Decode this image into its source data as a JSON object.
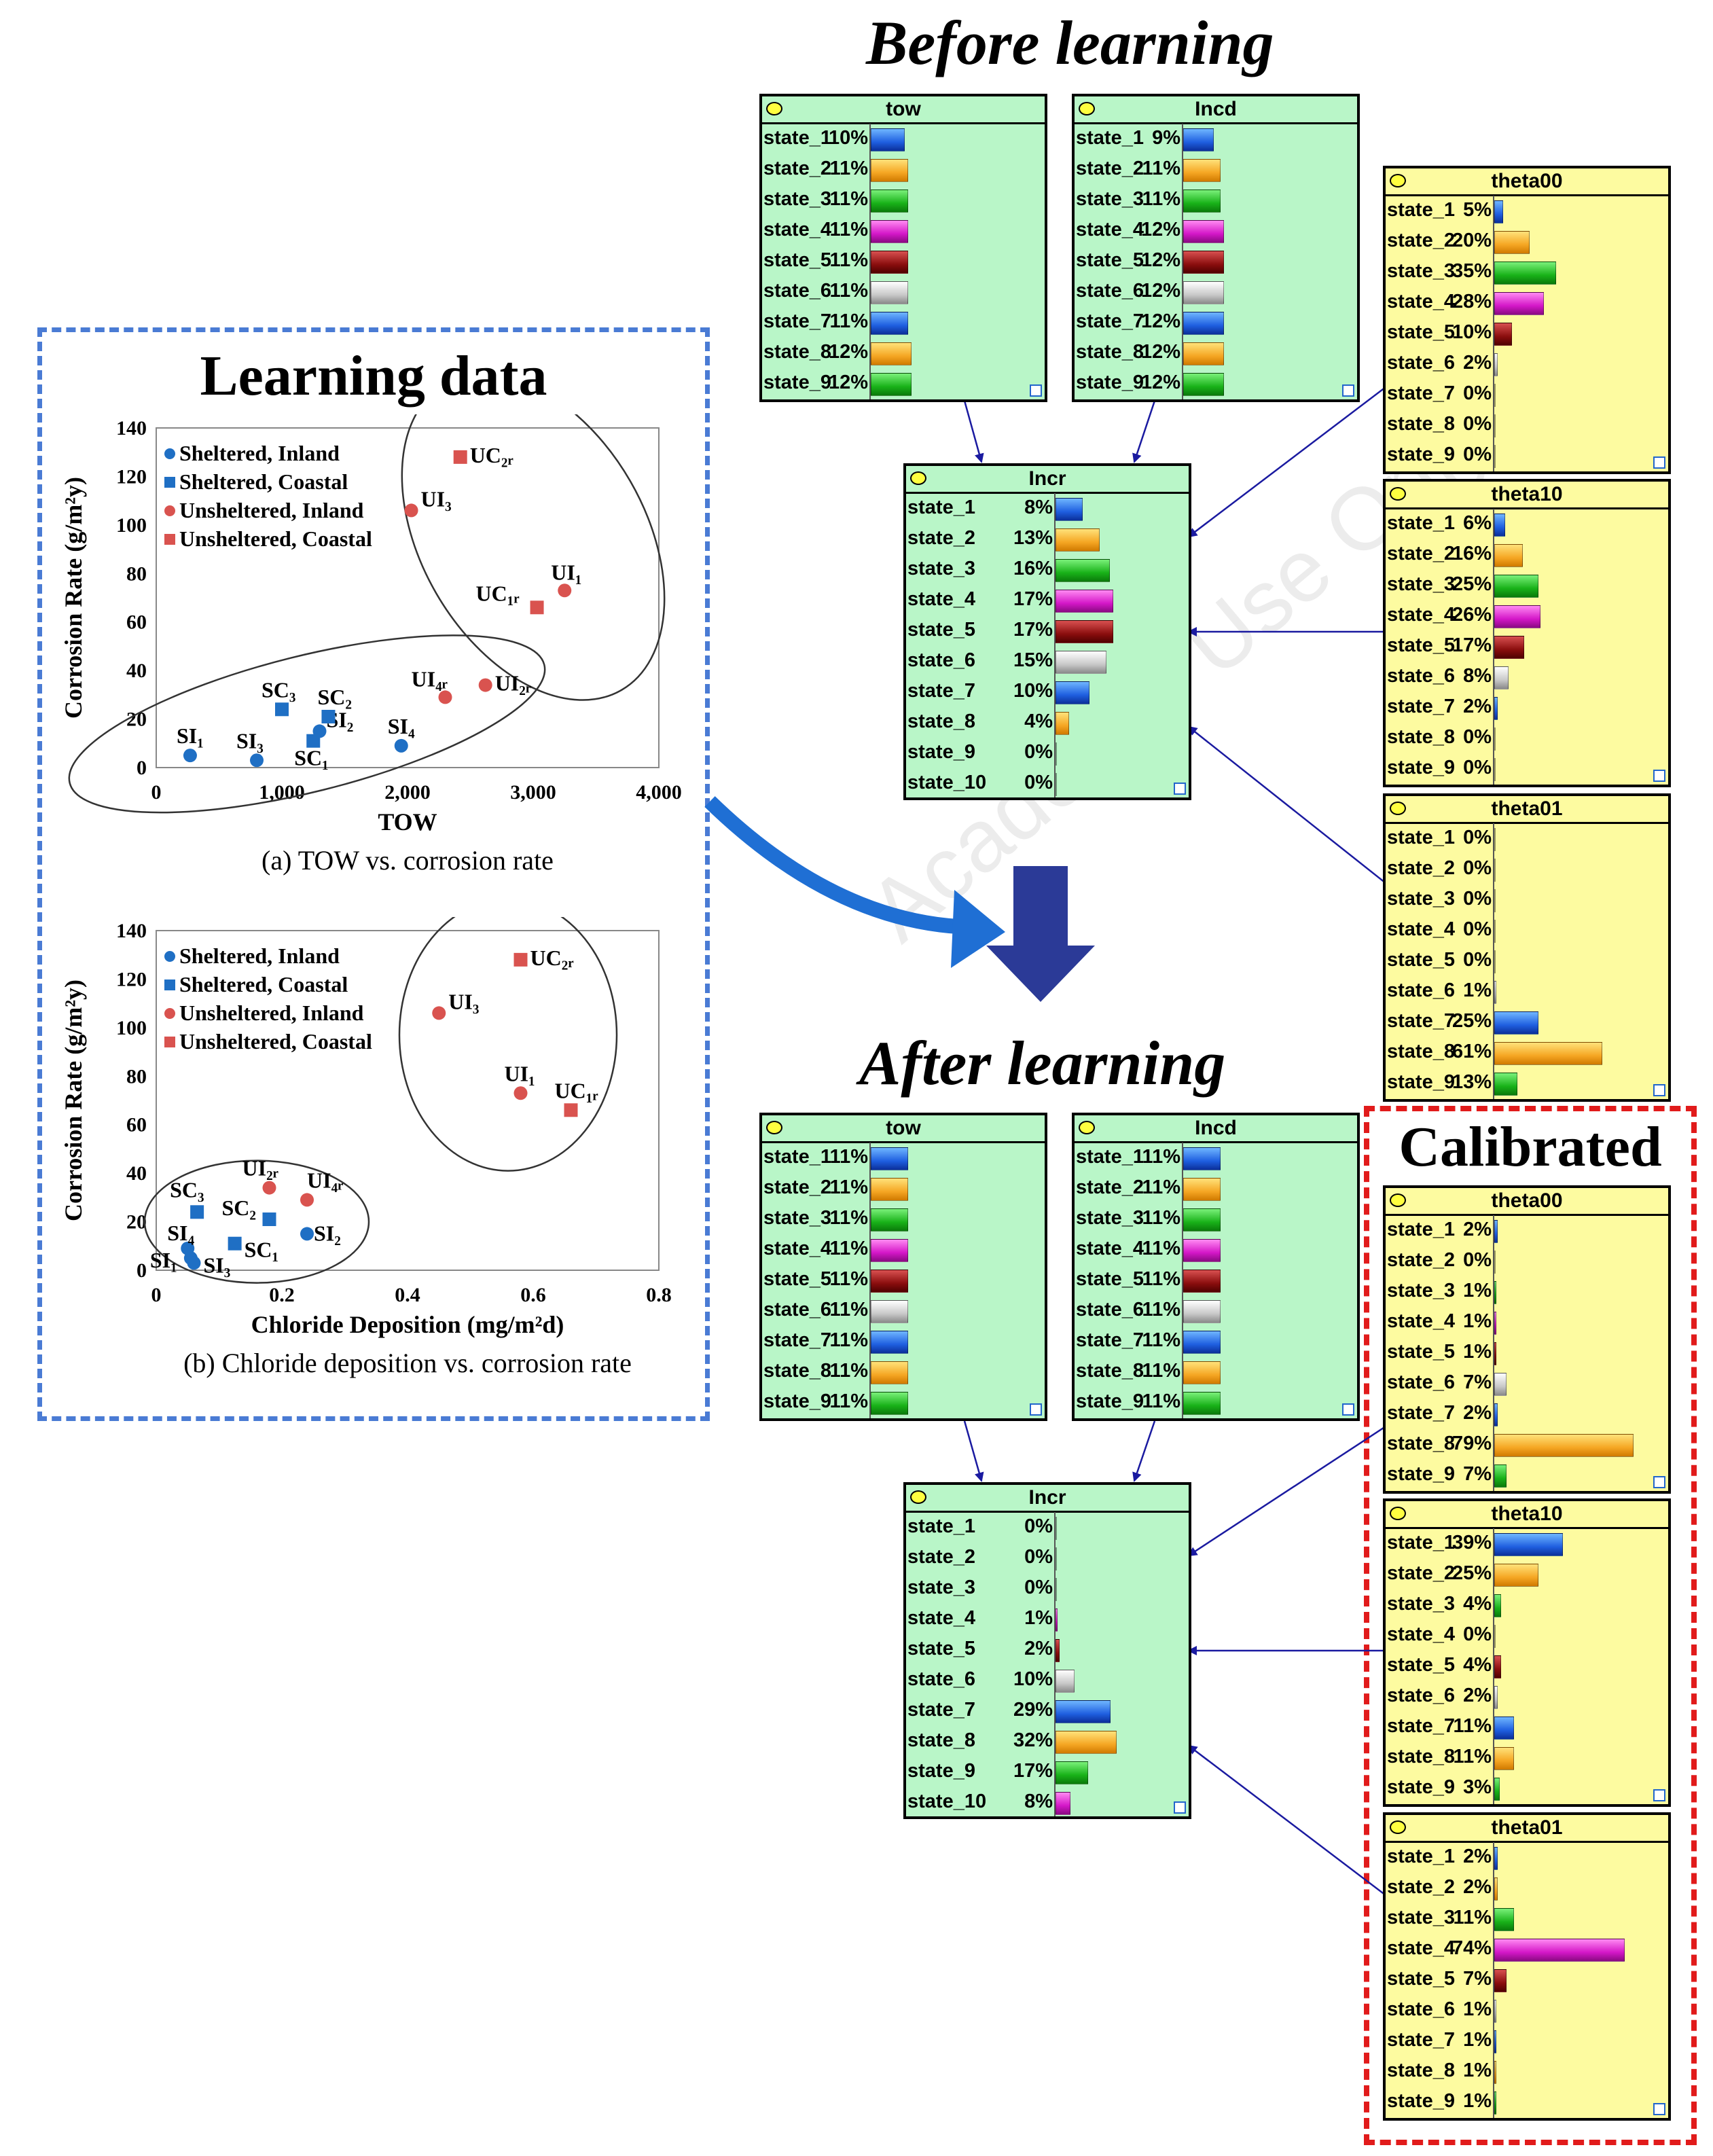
{
  "titles": {
    "before": "Before learning",
    "after": "After learning",
    "calibrated": "Calibrated",
    "learning": "Learning data"
  },
  "watermark": "Academic Use Only",
  "colors": {
    "blue": "#1f5fe0",
    "orange": "#f5a623",
    "green": "#19b219",
    "magenta": "#d417c8",
    "darkred": "#8b0e0e",
    "gray": "#c8c8c8",
    "node_green": "#b9f6c8",
    "node_yellow": "#fdfba0",
    "calibrated_border": "#e11b1b",
    "panel_border": "#4a7bd4",
    "inland": "#1f6fc4",
    "unsheltered": "#d9534f"
  },
  "before": {
    "tow": {
      "title": "tow",
      "states": [
        "state_1",
        "state_2",
        "state_3",
        "state_4",
        "state_5",
        "state_6",
        "state_7",
        "state_8",
        "state_9"
      ],
      "pct": [
        "10%",
        "11%",
        "11%",
        "11%",
        "11%",
        "11%",
        "11%",
        "12%",
        "12%"
      ],
      "values": [
        10,
        11,
        11,
        11,
        11,
        11,
        11,
        12,
        12
      ]
    },
    "incd": {
      "title": "Incd",
      "states": [
        "state_1",
        "state_2",
        "state_3",
        "state_4",
        "state_5",
        "state_6",
        "state_7",
        "state_8",
        "state_9"
      ],
      "pct": [
        "9%",
        "11%",
        "11%",
        "12%",
        "12%",
        "12%",
        "12%",
        "12%",
        "12%"
      ],
      "values": [
        9,
        11,
        11,
        12,
        12,
        12,
        12,
        12,
        12
      ]
    },
    "incr": {
      "title": "Incr",
      "states": [
        "state_1",
        "state_2",
        "state_3",
        "state_4",
        "state_5",
        "state_6",
        "state_7",
        "state_8",
        "state_9",
        "state_10"
      ],
      "pct": [
        "8%",
        "13%",
        "16%",
        "17%",
        "17%",
        "15%",
        "10%",
        "4%",
        "0%",
        "0%"
      ],
      "values": [
        8,
        13,
        16,
        17,
        17,
        15,
        10,
        4,
        0,
        0
      ]
    },
    "theta00": {
      "title": "theta00",
      "states": [
        "state_1",
        "state_2",
        "state_3",
        "state_4",
        "state_5",
        "state_6",
        "state_7",
        "state_8",
        "state_9"
      ],
      "pct": [
        "5%",
        "20%",
        "35%",
        "28%",
        "10%",
        "2%",
        "0%",
        "0%",
        "0%"
      ],
      "values": [
        5,
        20,
        35,
        28,
        10,
        2,
        0,
        0,
        0
      ]
    },
    "theta10": {
      "title": "theta10",
      "states": [
        "state_1",
        "state_2",
        "state_3",
        "state_4",
        "state_5",
        "state_6",
        "state_7",
        "state_8",
        "state_9"
      ],
      "pct": [
        "6%",
        "16%",
        "25%",
        "26%",
        "17%",
        "8%",
        "2%",
        "0%",
        "0%"
      ],
      "values": [
        6,
        16,
        25,
        26,
        17,
        8,
        2,
        0,
        0
      ]
    },
    "theta01": {
      "title": "theta01",
      "states": [
        "state_1",
        "state_2",
        "state_3",
        "state_4",
        "state_5",
        "state_6",
        "state_7",
        "state_8",
        "state_9"
      ],
      "pct": [
        "0%",
        "0%",
        "0%",
        "0%",
        "0%",
        "1%",
        "25%",
        "61%",
        "13%"
      ],
      "values": [
        0,
        0,
        0,
        0,
        0,
        1,
        25,
        61,
        13
      ]
    }
  },
  "after": {
    "tow": {
      "title": "tow",
      "states": [
        "state_1",
        "state_2",
        "state_3",
        "state_4",
        "state_5",
        "state_6",
        "state_7",
        "state_8",
        "state_9"
      ],
      "pct": [
        "11%",
        "11%",
        "11%",
        "11%",
        "11%",
        "11%",
        "11%",
        "11%",
        "11%"
      ],
      "values": [
        11,
        11,
        11,
        11,
        11,
        11,
        11,
        11,
        11
      ]
    },
    "incd": {
      "title": "Incd",
      "states": [
        "state_1",
        "state_2",
        "state_3",
        "state_4",
        "state_5",
        "state_6",
        "state_7",
        "state_8",
        "state_9"
      ],
      "pct": [
        "11%",
        "11%",
        "11%",
        "11%",
        "11%",
        "11%",
        "11%",
        "11%",
        "11%"
      ],
      "values": [
        11,
        11,
        11,
        11,
        11,
        11,
        11,
        11,
        11
      ]
    },
    "incr": {
      "title": "Incr",
      "states": [
        "state_1",
        "state_2",
        "state_3",
        "state_4",
        "state_5",
        "state_6",
        "state_7",
        "state_8",
        "state_9",
        "state_10"
      ],
      "pct": [
        "0%",
        "0%",
        "0%",
        "1%",
        "2%",
        "10%",
        "29%",
        "32%",
        "17%",
        "8%"
      ],
      "values": [
        0,
        0,
        0,
        1,
        2,
        10,
        29,
        32,
        17,
        8
      ]
    },
    "theta00": {
      "title": "theta00",
      "states": [
        "state_1",
        "state_2",
        "state_3",
        "state_4",
        "state_5",
        "state_6",
        "state_7",
        "state_8",
        "state_9"
      ],
      "pct": [
        "2%",
        "0%",
        "1%",
        "1%",
        "1%",
        "7%",
        "2%",
        "79%",
        "7%"
      ],
      "values": [
        2,
        0,
        1,
        1,
        1,
        7,
        2,
        79,
        7
      ]
    },
    "theta10": {
      "title": "theta10",
      "states": [
        "state_1",
        "state_2",
        "state_3",
        "state_4",
        "state_5",
        "state_6",
        "state_7",
        "state_8",
        "state_9"
      ],
      "pct": [
        "39%",
        "25%",
        "4%",
        "0%",
        "4%",
        "2%",
        "11%",
        "11%",
        "3%"
      ],
      "values": [
        39,
        25,
        4,
        0,
        4,
        2,
        11,
        11,
        3
      ]
    },
    "theta01": {
      "title": "theta01",
      "states": [
        "state_1",
        "state_2",
        "state_3",
        "state_4",
        "state_5",
        "state_6",
        "state_7",
        "state_8",
        "state_9"
      ],
      "pct": [
        "2%",
        "2%",
        "11%",
        "74%",
        "7%",
        "1%",
        "1%",
        "1%",
        "1%"
      ],
      "values": [
        2,
        2,
        11,
        74,
        7,
        1,
        1,
        1,
        1
      ]
    }
  },
  "chart_data": [
    {
      "type": "scatter",
      "title": "",
      "caption": "(a) TOW vs. corrosion rate",
      "xlabel": "TOW",
      "ylabel": "Corrosion Rate (g/m²y)",
      "xlim": [
        0,
        4000
      ],
      "ylim": [
        0,
        140
      ],
      "xticks": [
        "0",
        "1,000",
        "2,000",
        "3,000",
        "4,000"
      ],
      "yticks": [
        "0",
        "20",
        "40",
        "60",
        "80",
        "100",
        "120",
        "140"
      ],
      "legend": [
        "Sheltered, Inland",
        "Sheltered, Coastal",
        "Unsheltered, Inland",
        "Unsheltered, Coastal"
      ],
      "legend_position": "top-left",
      "series": [
        {
          "name": "Sheltered, Inland",
          "marker": "circle",
          "points": [
            {
              "label": "SI₁",
              "x": 270,
              "y": 5
            },
            {
              "label": "SI₃",
              "x": 800,
              "y": 3
            },
            {
              "label": "SI₂",
              "x": 1300,
              "y": 15
            },
            {
              "label": "SI₄",
              "x": 1950,
              "y": 9
            }
          ]
        },
        {
          "name": "Sheltered, Coastal",
          "marker": "square",
          "points": [
            {
              "label": "SC₃",
              "x": 1000,
              "y": 24
            },
            {
              "label": "SC₂",
              "x": 1370,
              "y": 21
            },
            {
              "label": "SC₁",
              "x": 1250,
              "y": 11
            }
          ]
        },
        {
          "name": "Unsheltered, Inland",
          "marker": "circle",
          "points": [
            {
              "label": "UI₃",
              "x": 2030,
              "y": 106
            },
            {
              "label": "UI₁",
              "x": 3250,
              "y": 73
            },
            {
              "label": "UI₄ᵣ",
              "x": 2300,
              "y": 29
            },
            {
              "label": "UI₂ᵣ",
              "x": 2620,
              "y": 34
            }
          ]
        },
        {
          "name": "Unsheltered, Coastal",
          "marker": "square",
          "points": [
            {
              "label": "UC₂ᵣ",
              "x": 2420,
              "y": 128
            },
            {
              "label": "UC₁ᵣ",
              "x": 3030,
              "y": 66
            }
          ]
        }
      ]
    },
    {
      "type": "scatter",
      "title": "",
      "caption": "(b) Chloride deposition vs. corrosion rate",
      "xlabel": "Chloride Deposition (mg/m²d)",
      "ylabel": "Corrosion Rate (g/m²y)",
      "xlim": [
        0,
        0.8
      ],
      "ylim": [
        0,
        140
      ],
      "xticks": [
        "0",
        "0.2",
        "0.4",
        "0.6",
        "0.8"
      ],
      "yticks": [
        "0",
        "20",
        "40",
        "60",
        "80",
        "100",
        "120",
        "140"
      ],
      "legend": [
        "Sheltered, Inland",
        "Sheltered, Coastal",
        "Unsheltered, Inland",
        "Unsheltered, Coastal"
      ],
      "legend_position": "top-left",
      "series": [
        {
          "name": "Sheltered, Inland",
          "marker": "circle",
          "points": [
            {
              "label": "SI₁",
              "x": 0.055,
              "y": 5
            },
            {
              "label": "SI₃",
              "x": 0.06,
              "y": 3
            },
            {
              "label": "SI₄",
              "x": 0.05,
              "y": 9
            },
            {
              "label": "SI₂",
              "x": 0.24,
              "y": 15
            }
          ]
        },
        {
          "name": "Sheltered, Coastal",
          "marker": "square",
          "points": [
            {
              "label": "SC₃",
              "x": 0.065,
              "y": 24
            },
            {
              "label": "SC₂",
              "x": 0.18,
              "y": 21
            },
            {
              "label": "SC₁",
              "x": 0.125,
              "y": 11
            }
          ]
        },
        {
          "name": "Unsheltered, Inland",
          "marker": "circle",
          "points": [
            {
              "label": "UI₃",
              "x": 0.45,
              "y": 106
            },
            {
              "label": "UI₁",
              "x": 0.58,
              "y": 73
            },
            {
              "label": "UI₂ᵣ",
              "x": 0.18,
              "y": 34
            },
            {
              "label": "UI₄ᵣ",
              "x": 0.24,
              "y": 29
            }
          ]
        },
        {
          "name": "Unsheltered, Coastal",
          "marker": "square",
          "points": [
            {
              "label": "UC₂ᵣ",
              "x": 0.58,
              "y": 128
            },
            {
              "label": "UC₁ᵣ",
              "x": 0.66,
              "y": 66
            }
          ]
        }
      ]
    }
  ]
}
